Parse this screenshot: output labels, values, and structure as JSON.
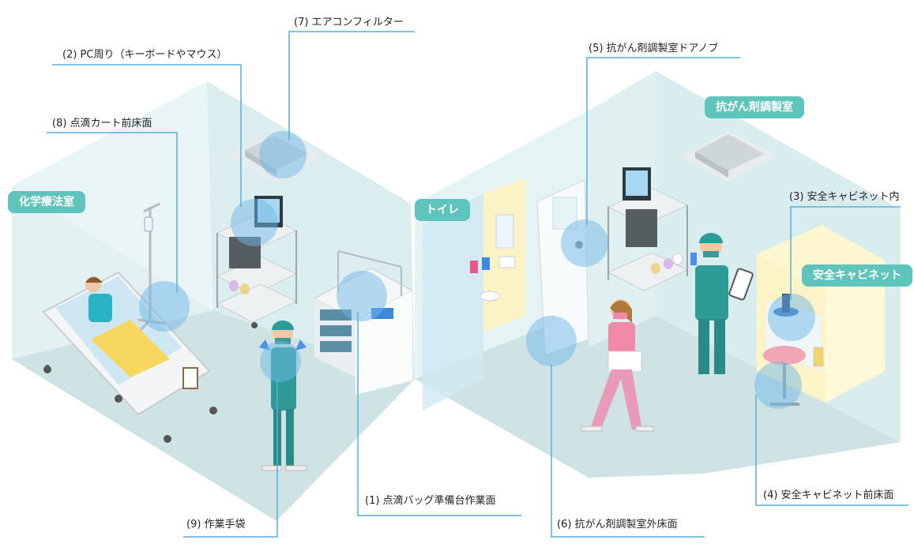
{
  "room_tags": {
    "chemo_room": "化学療法室",
    "toilet": "トイレ",
    "prep_room": "抗がん剤調製室",
    "safety_cabinet": "安全キャビネット"
  },
  "callouts": {
    "c1": "(1) 点滴バッグ準備台作業面",
    "c2": "(2) PC周り（キーボードやマウス）",
    "c3": "(3) 安全キャビネット内",
    "c4": "(4) 安全キャビネット前床面",
    "c5": "(5) 抗がん剤調製室ドアノブ",
    "c6": "(6) 抗がん剤調製室外床面",
    "c7": "(7) エアコンフィルター",
    "c8": "(8) 点滴カート前床面",
    "c9": "(9) 作業手袋"
  },
  "colors": {
    "accent": "#5fc4bb",
    "leader_line": "#5aaedc",
    "hotspot": "#6fb8e8",
    "floor": "#cfe3e4",
    "wall": "#e4f2f3"
  }
}
